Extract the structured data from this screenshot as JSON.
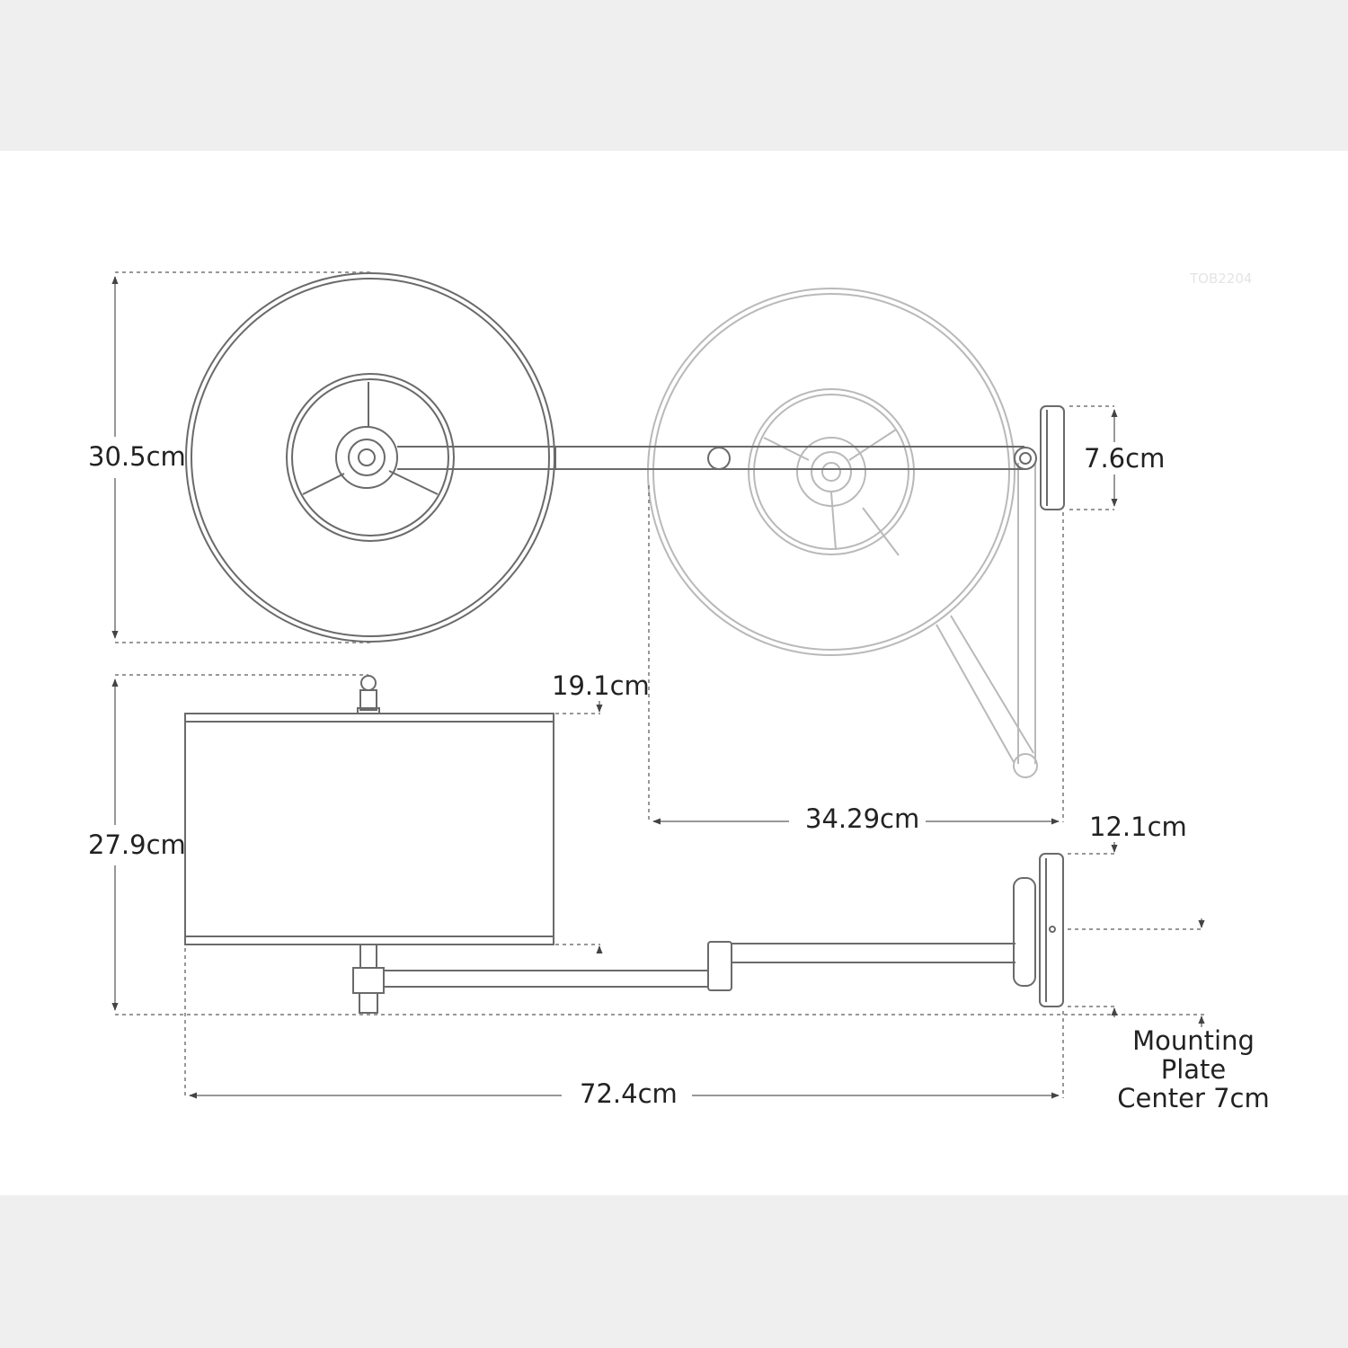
{
  "watermark": "TOB2204",
  "colors": {
    "background_band": "#efefef",
    "canvas": "#ffffff",
    "line_dark": "#6a6a6a",
    "line_light": "#b9b9b9",
    "text": "#222222"
  },
  "dimensions": {
    "shade_diameter": "30.5cm",
    "backplate_width": "7.6cm",
    "shade_drop": "19.1cm",
    "overall_height": "27.9cm",
    "arm_reach": "34.29cm",
    "backplate_height": "12.1cm",
    "overall_extension": "72.4cm",
    "mounting_note": [
      "Mounting",
      "Plate",
      "Center 7cm"
    ]
  }
}
